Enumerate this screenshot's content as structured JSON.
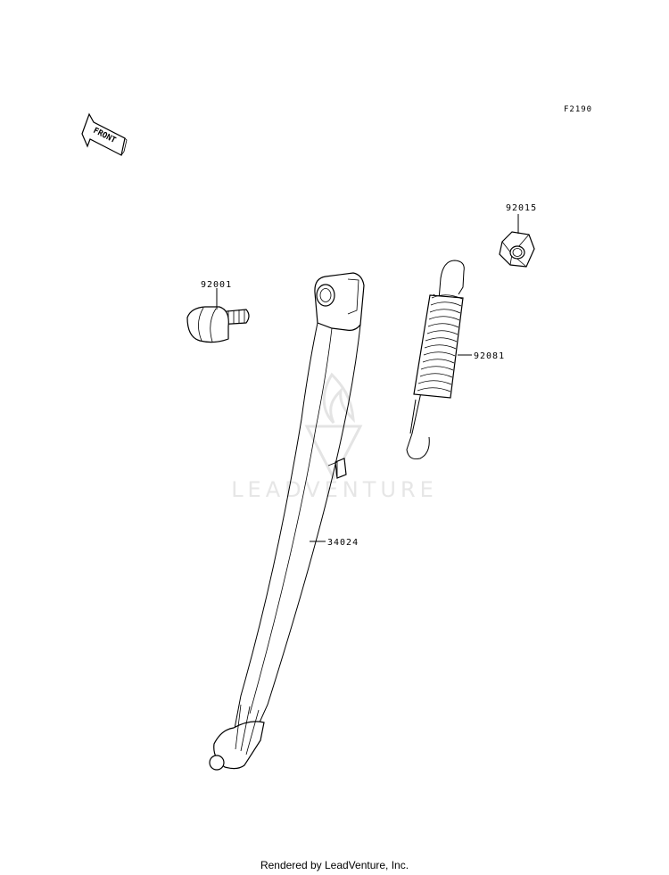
{
  "diagram_code": "F2190",
  "front_arrow_label": "FRONT",
  "watermark": "LEADVENTURE",
  "parts": {
    "stand": "34024",
    "bolt": "92001",
    "spring": "92081",
    "nut": "92015"
  },
  "footer": "Rendered by LeadVenture, Inc."
}
